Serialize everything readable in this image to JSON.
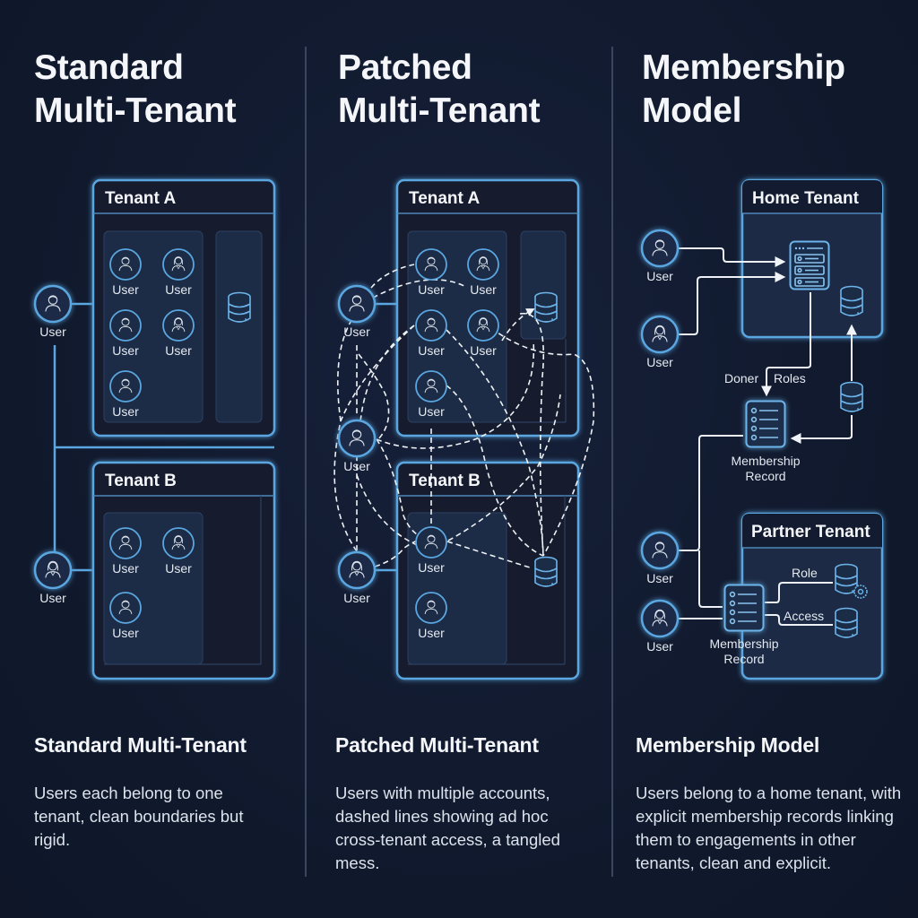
{
  "columns": [
    {
      "title_line1": "Standard",
      "title_line2": "Multi-Tenant",
      "subtitle": "Standard Multi-Tenant",
      "description": "Users each belong to one tenant, clean boundaries but rigid."
    },
    {
      "title_line1": "Patched",
      "title_line2": "Multi-Tenant",
      "subtitle": "Patched Multi-Tenant",
      "description": "Users with multiple accounts, dashed lines showing ad hoc cross-tenant access, a tangled mess."
    },
    {
      "title_line1": "Membership",
      "title_line2": "Model",
      "subtitle": "Membership Model",
      "description": "Users belong to a home tenant, with explicit membership records linking them to engagements in other tenants, clean and explicit."
    }
  ],
  "standard": {
    "tenant_a": "Tenant A",
    "tenant_b": "Tenant B",
    "user_label": "User"
  },
  "patched": {
    "tenant_a": "Tenant A",
    "tenant_b": "Tenant B",
    "user_label": "User"
  },
  "membership": {
    "home_tenant": "Home Tenant",
    "partner_tenant": "Partner Tenant",
    "user_label": "User",
    "label_doner": "Doner",
    "label_roles": "Roles",
    "label_role": "Role",
    "label_access": "Access",
    "record_line1": "Membership",
    "record_line2": "Record"
  },
  "colors": {
    "accent": "#5aa6e0",
    "background": "#111a2e",
    "line": "#e8edf3"
  }
}
